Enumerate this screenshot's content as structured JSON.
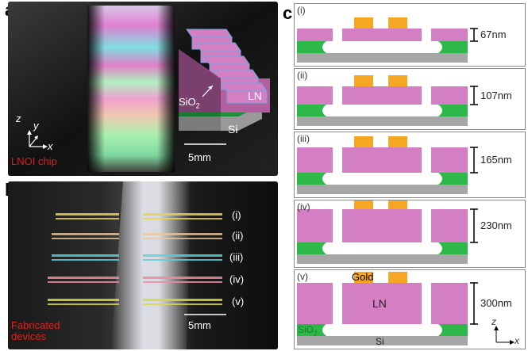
{
  "panel_a": {
    "label": "a",
    "chip_label": "LNOI chip",
    "axis_z": "z",
    "axis_y": "y",
    "axis_x": "x",
    "layer_ln": "LN",
    "layer_sio2": "SiO",
    "layer_sio2_sub": "2",
    "layer_si": "Si",
    "scale": "5mm"
  },
  "panel_b": {
    "label": "b",
    "devices_label_line1": "Fabricated",
    "devices_label_line2": "devices",
    "scale": "5mm",
    "rows": [
      "(i)",
      "(ii)",
      "(iii)",
      "(iv)",
      "(v)"
    ]
  },
  "panel_c": {
    "label": "c",
    "sections": [
      {
        "id": "(i)",
        "thickness": "67nm"
      },
      {
        "id": "(ii)",
        "thickness": "107nm"
      },
      {
        "id": "(iii)",
        "thickness": "165nm"
      },
      {
        "id": "(iv)",
        "thickness": "230nm"
      },
      {
        "id": "(v)",
        "thickness": "300nm"
      }
    ],
    "label_gold": "Gold",
    "label_ln": "LN",
    "label_sio2": "SiO",
    "label_sio2_sub": "2",
    "label_si": "Si",
    "axis_z": "z",
    "axis_x": "x"
  },
  "colors": {
    "ln": "#d47ec4",
    "gold": "#f5a623",
    "sio2": "#2fb84a",
    "si": "#a6a6a6",
    "chip_text": "#e0201a"
  }
}
